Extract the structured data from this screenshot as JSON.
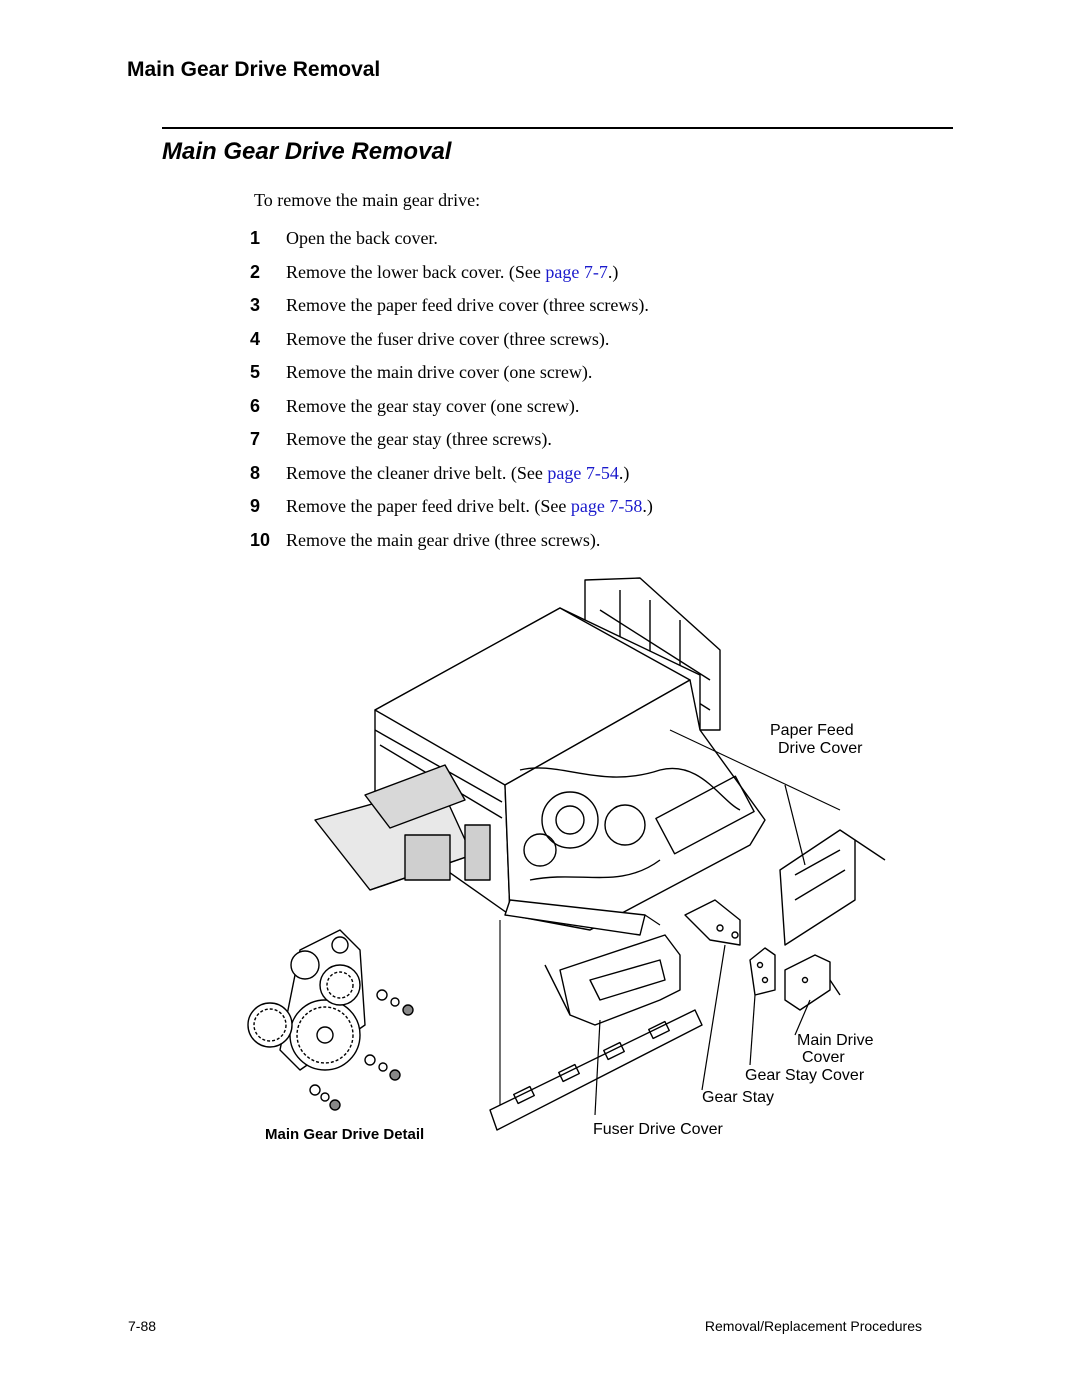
{
  "running_head": "Main Gear Drive Removal",
  "section_title": "Main Gear Drive Removal",
  "intro": "To remove the main gear drive:",
  "steps": [
    {
      "num": "1",
      "text": "Open the back cover.",
      "link": "",
      "after": ""
    },
    {
      "num": "2",
      "text": "Remove the lower back cover. (See ",
      "link": "page 7-7",
      "after": ".)"
    },
    {
      "num": "3",
      "text": "Remove the paper feed drive cover (three screws).",
      "link": "",
      "after": ""
    },
    {
      "num": "4",
      "text": "Remove the fuser drive cover (three screws).",
      "link": "",
      "after": ""
    },
    {
      "num": "5",
      "text": "Remove the main drive cover (one screw).",
      "link": "",
      "after": ""
    },
    {
      "num": "6",
      "text": "Remove the gear stay cover (one screw).",
      "link": "",
      "after": ""
    },
    {
      "num": "7",
      "text": "Remove the gear stay (three screws).",
      "link": "",
      "after": ""
    },
    {
      "num": "8",
      "text": "Remove the cleaner drive belt. (See ",
      "link": "page 7-54",
      "after": ".)"
    },
    {
      "num": "9",
      "text": "Remove the paper feed drive belt. (See ",
      "link": "page 7-58",
      "after": ".)"
    },
    {
      "num": "10",
      "text": "Remove the main gear drive (three screws).",
      "link": "",
      "after": ""
    }
  ],
  "figure": {
    "callouts": {
      "paper_feed_line1": "Paper Feed",
      "paper_feed_line2": "Drive Cover",
      "main_drive_line1": "Main Drive",
      "main_drive_line2": "Cover",
      "gear_stay_cover": "Gear Stay Cover",
      "gear_stay": "Gear Stay",
      "fuser_drive_cover": "Fuser Drive Cover",
      "detail_caption": "Main Gear Drive Detail"
    }
  },
  "footer": {
    "page_number": "7-88",
    "chapter": "Removal/Replacement Procedures"
  }
}
